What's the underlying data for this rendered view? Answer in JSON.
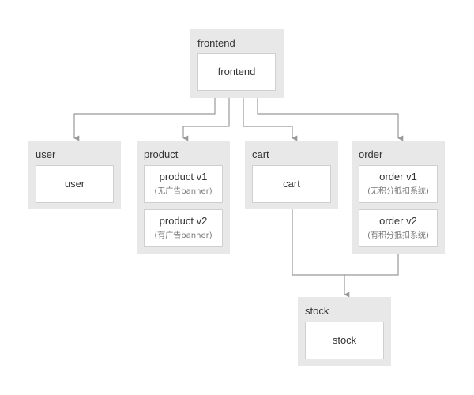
{
  "colors": {
    "group_bg": "#e8e8e8",
    "box_bg": "#ffffff",
    "line": "#999999"
  },
  "groups": {
    "frontend": {
      "label": "frontend",
      "box": {
        "name": "frontend"
      }
    },
    "user": {
      "label": "user",
      "box": {
        "name": "user"
      }
    },
    "product": {
      "label": "product",
      "boxes": [
        {
          "name": "product v1",
          "note": "(无广告banner)"
        },
        {
          "name": "product v2",
          "note": "(有广告banner)"
        }
      ]
    },
    "cart": {
      "label": "cart",
      "box": {
        "name": "cart"
      }
    },
    "order": {
      "label": "order",
      "boxes": [
        {
          "name": "order v1",
          "note": "(无积分抵扣系统)"
        },
        {
          "name": "order v2",
          "note": "(有积分抵扣系统)"
        }
      ]
    },
    "stock": {
      "label": "stock",
      "box": {
        "name": "stock"
      }
    }
  },
  "edges": [
    {
      "from": "frontend",
      "to": "user"
    },
    {
      "from": "frontend",
      "to": "product"
    },
    {
      "from": "frontend",
      "to": "cart"
    },
    {
      "from": "frontend",
      "to": "order"
    },
    {
      "from": "cart",
      "to": "stock"
    },
    {
      "from": "order",
      "to": "stock"
    }
  ]
}
